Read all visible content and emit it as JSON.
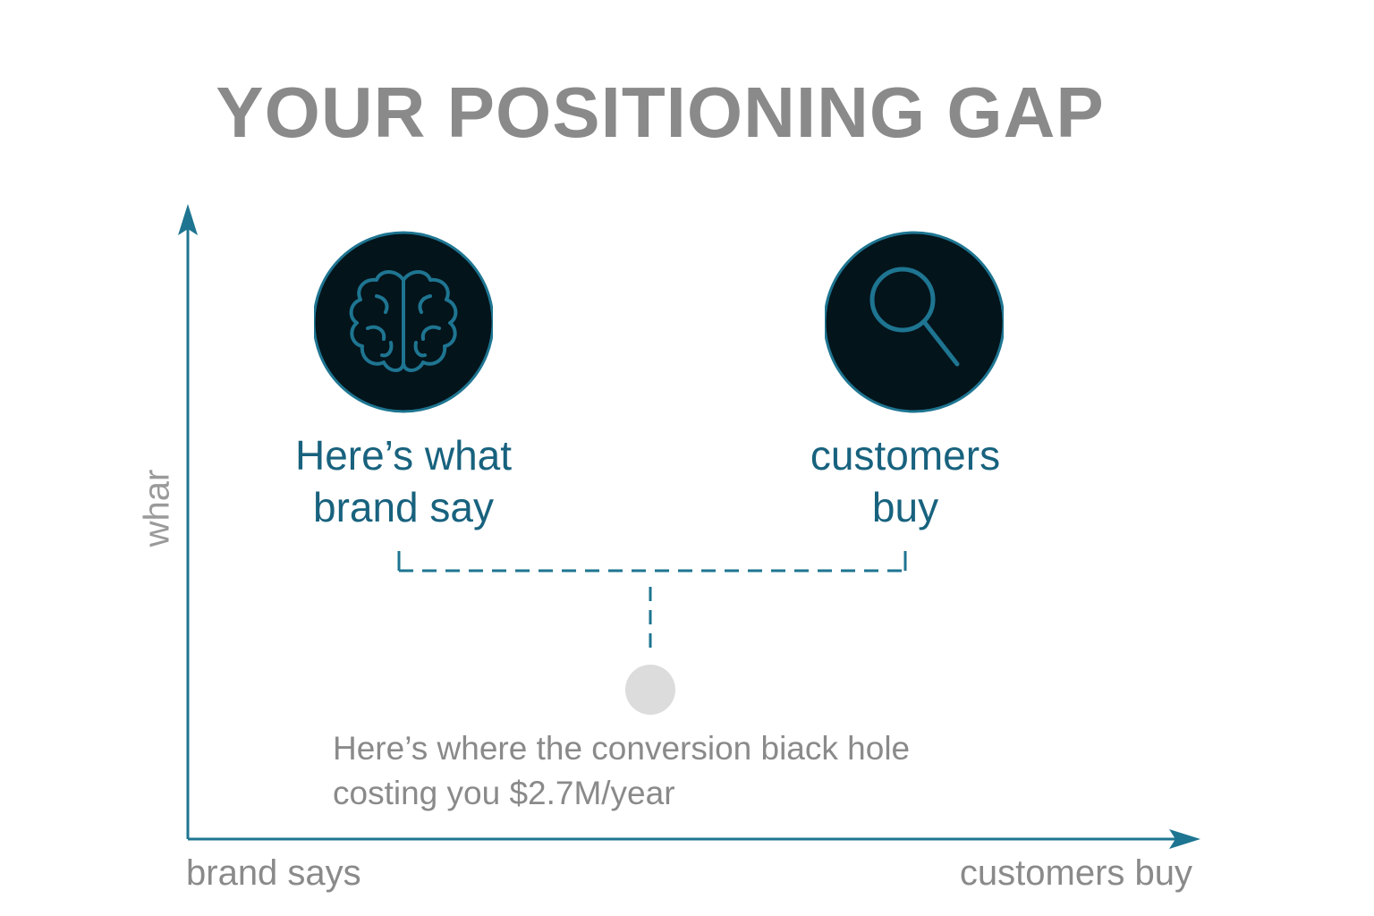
{
  "title": "YOUR POSITIONING GAP",
  "axes": {
    "y_label": "whar",
    "x_start_label": "brand says",
    "x_end_label": "customers buy"
  },
  "nodes": [
    {
      "icon": "brain-icon",
      "label_lines": [
        "Here’s what",
        "brand say"
      ]
    },
    {
      "icon": "magnifier-icon",
      "label_lines": [
        "customers",
        "buy"
      ]
    }
  ],
  "callout": {
    "lines": [
      "Here’s where the conversion biack hole",
      "costing you $2.7M/year"
    ]
  },
  "colors": {
    "accent": "#18627e",
    "axis": "#1e7591",
    "icon_fill": "#04141b",
    "icon_stroke": "#1e7591",
    "muted_text": "#8a8a8a",
    "gap_dot": "#dcdcdc"
  }
}
